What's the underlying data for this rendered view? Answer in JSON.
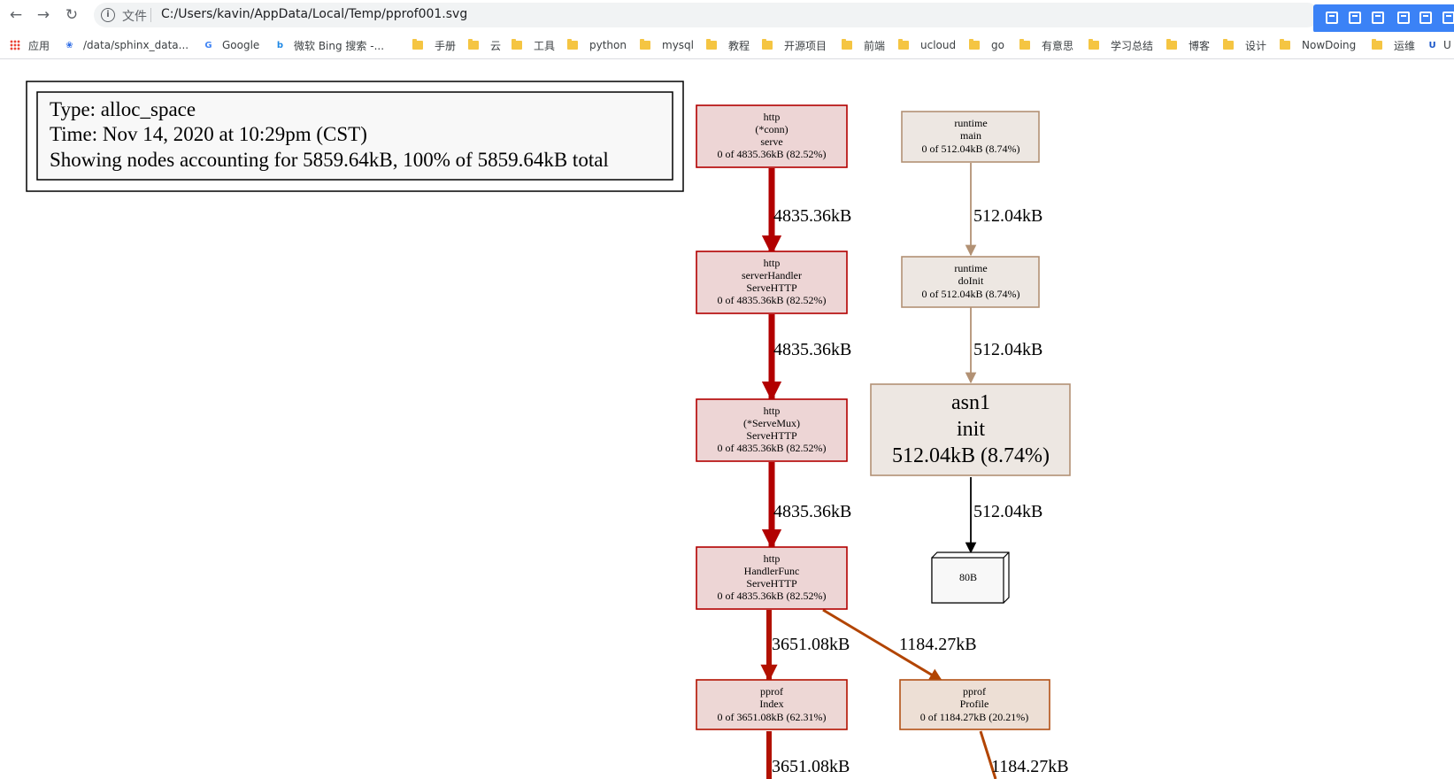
{
  "browser": {
    "url_scheme": "文件",
    "url": "C:/Users/kavin/AppData/Local/Temp/pprof001.svg"
  },
  "bookmarks": [
    {
      "label": "应用",
      "icon": "apps-grid-icon"
    },
    {
      "label": "/data/sphinx_data...",
      "icon": "baidu-paw-icon"
    },
    {
      "label": "Google",
      "icon": "google-icon"
    },
    {
      "label": "微软 Bing 搜索 -...",
      "icon": "bing-icon"
    },
    {
      "label": "手册",
      "icon": "folder-icon"
    },
    {
      "label": "云",
      "icon": "folder-icon"
    },
    {
      "label": "工具",
      "icon": "folder-icon"
    },
    {
      "label": "python",
      "icon": "folder-icon"
    },
    {
      "label": "mysql",
      "icon": "folder-icon"
    },
    {
      "label": "教程",
      "icon": "folder-icon"
    },
    {
      "label": "开源项目",
      "icon": "folder-icon"
    },
    {
      "label": "前端",
      "icon": "folder-icon"
    },
    {
      "label": "ucloud",
      "icon": "folder-icon"
    },
    {
      "label": "go",
      "icon": "folder-icon"
    },
    {
      "label": "有意思",
      "icon": "folder-icon"
    },
    {
      "label": "学习总结",
      "icon": "folder-icon"
    },
    {
      "label": "博客",
      "icon": "folder-icon"
    },
    {
      "label": "设计",
      "icon": "folder-icon"
    },
    {
      "label": "NowDoing",
      "icon": "folder-icon"
    },
    {
      "label": "运维",
      "icon": "folder-icon"
    },
    {
      "label": "U",
      "icon": "u-logo-icon"
    }
  ],
  "legend": {
    "type": "Type: alloc_space",
    "time": "Time: Nov 14, 2020 at 10:29pm (CST)",
    "showing": "Showing nodes accounting for 5859.64kB, 100% of 5859.64kB total"
  },
  "graph": {
    "nodes": [
      {
        "id": "conn-serve",
        "lines": [
          "http",
          "(*conn)",
          "serve",
          "0 of 4835.36kB (82.52%)"
        ],
        "fill": "#edd5d5",
        "stroke": "#b20000"
      },
      {
        "id": "serverhandler",
        "lines": [
          "http",
          "serverHandler",
          "ServeHTTP",
          "0 of 4835.36kB (82.52%)"
        ],
        "fill": "#edd5d5",
        "stroke": "#b20000"
      },
      {
        "id": "servemux",
        "lines": [
          "http",
          "(*ServeMux)",
          "ServeHTTP",
          "0 of 4835.36kB (82.52%)"
        ],
        "fill": "#edd5d5",
        "stroke": "#b20000"
      },
      {
        "id": "handlerfunc",
        "lines": [
          "http",
          "HandlerFunc",
          "ServeHTTP",
          "0 of 4835.36kB (82.52%)"
        ],
        "fill": "#edd5d5",
        "stroke": "#b20000"
      },
      {
        "id": "pprof-index",
        "lines": [
          "pprof",
          "Index",
          "0 of 3651.08kB (62.31%)"
        ],
        "fill": "#edd7d5",
        "stroke": "#b21100"
      },
      {
        "id": "pprof-profile",
        "lines": [
          "pprof",
          "Profile",
          "0 of 1184.27kB (20.21%)"
        ],
        "fill": "#eddfd5",
        "stroke": "#b25116"
      },
      {
        "id": "runtime-main",
        "lines": [
          "runtime",
          "main",
          "0 of 512.04kB (8.74%)"
        ],
        "fill": "#ede7e2",
        "stroke": "#b29174"
      },
      {
        "id": "runtime-doinit",
        "lines": [
          "runtime",
          "doInit",
          "0 of 512.04kB (8.74%)"
        ],
        "fill": "#ede7e2",
        "stroke": "#b29174"
      },
      {
        "id": "asn1-init",
        "lines": [
          "asn1",
          "init",
          "512.04kB (8.74%)"
        ],
        "fill": "#ede7e2",
        "stroke": "#b29174"
      },
      {
        "id": "alloc-80b",
        "lines": [
          "80B"
        ],
        "fill": "#f8f8f8",
        "stroke": "#000000"
      }
    ],
    "edges": [
      {
        "id": "conn-to-serverhandler",
        "label": "4835.36kB",
        "color": "#b20000"
      },
      {
        "id": "serverhandler-to-servemux",
        "label": "4835.36kB",
        "color": "#b20000"
      },
      {
        "id": "servemux-to-handlerfunc",
        "label": "4835.36kB",
        "color": "#b20000"
      },
      {
        "id": "handlerfunc-to-index",
        "label": "3651.08kB",
        "color": "#b21100"
      },
      {
        "id": "handlerfunc-to-profile",
        "label": "1184.27kB",
        "color": "#b24400"
      },
      {
        "id": "index-out",
        "label": "3651.08kB",
        "color": "#b21100"
      },
      {
        "id": "profile-out",
        "label": "1184.27kB",
        "color": "#b24400"
      },
      {
        "id": "main-to-doinit",
        "label": "512.04kB",
        "color": "#b29174"
      },
      {
        "id": "doinit-to-asn1",
        "label": "512.04kB",
        "color": "#b29174"
      },
      {
        "id": "asn1-to-80b",
        "label": "512.04kB",
        "color": "#000000"
      }
    ]
  }
}
